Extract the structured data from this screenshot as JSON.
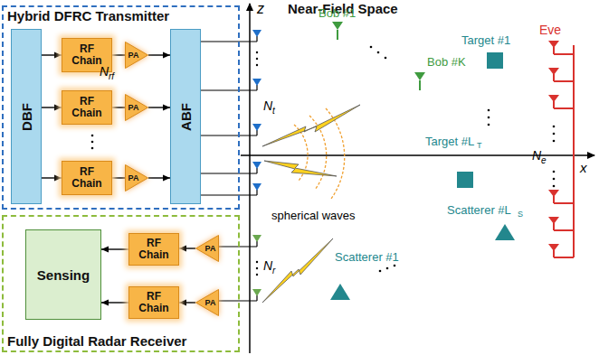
{
  "diagram": {
    "nodes": [
      {
        "text": [
          "Hybrid DFRC Transmitter"
        ]
      },
      {
        "text": [
          "DBF"
        ],
        "in": 0
      },
      {
        "text": [
          "RF Chain"
        ],
        "in": 0
      },
      {
        "text": [
          "RF Chain"
        ],
        "in": 0
      },
      {
        "text": [
          "RF Chain"
        ],
        "in": 0
      },
      {
        "text": [
          "PA"
        ],
        "in": 0
      },
      {
        "text": [
          "PA"
        ],
        "in": 0
      },
      {
        "text": [
          "PA"
        ],
        "in": 0
      },
      {
        "text": [
          "ABF"
        ],
        "in": 0
      },
      {
        "text": [
          "Fully Digital Radar Receiver"
        ]
      },
      {
        "text": [
          "Sensing"
        ],
        "in": 9
      },
      {
        "text": [
          "RF Chain"
        ],
        "in": 9
      },
      {
        "text": [
          "RF Chain"
        ],
        "in": 9
      },
      {
        "text": [
          "PA"
        ],
        "in": 9
      },
      {
        "text": [
          "PA"
        ],
        "in": 9
      }
    ],
    "edges": [
      {
        "from": 1,
        "to": 2,
        "arrow": "to"
      },
      {
        "from": 1,
        "to": 3,
        "arrow": "to"
      },
      {
        "from": 1,
        "to": 4,
        "arrow": "to"
      },
      {
        "from": 2,
        "to": 5,
        "arrow": "none"
      },
      {
        "from": 3,
        "to": 6,
        "arrow": "none"
      },
      {
        "from": 4,
        "to": 7,
        "arrow": "none"
      },
      {
        "from": 5,
        "to": 8,
        "arrow": "to"
      },
      {
        "from": 6,
        "to": 8,
        "arrow": "to"
      },
      {
        "from": 7,
        "to": 8,
        "arrow": "to"
      },
      {
        "from": 13,
        "to": 11,
        "arrow": "to"
      },
      {
        "from": 14,
        "to": 12,
        "arrow": "to"
      },
      {
        "from": 11,
        "to": 10,
        "arrow": "to"
      },
      {
        "from": 12,
        "to": 10,
        "arrow": "to"
      }
    ],
    "labels": [
      "z",
      "Near-Field Space",
      "Bob #1",
      "Bob #K",
      "Target #1",
      "Eve",
      "Target #L",
      "T",
      "N",
      "e",
      "x",
      "N",
      "t",
      "N",
      "r",
      "N",
      "rf",
      "spherical waves",
      "Scatterer #L",
      "S",
      "Scatterer #1"
    ]
  }
}
